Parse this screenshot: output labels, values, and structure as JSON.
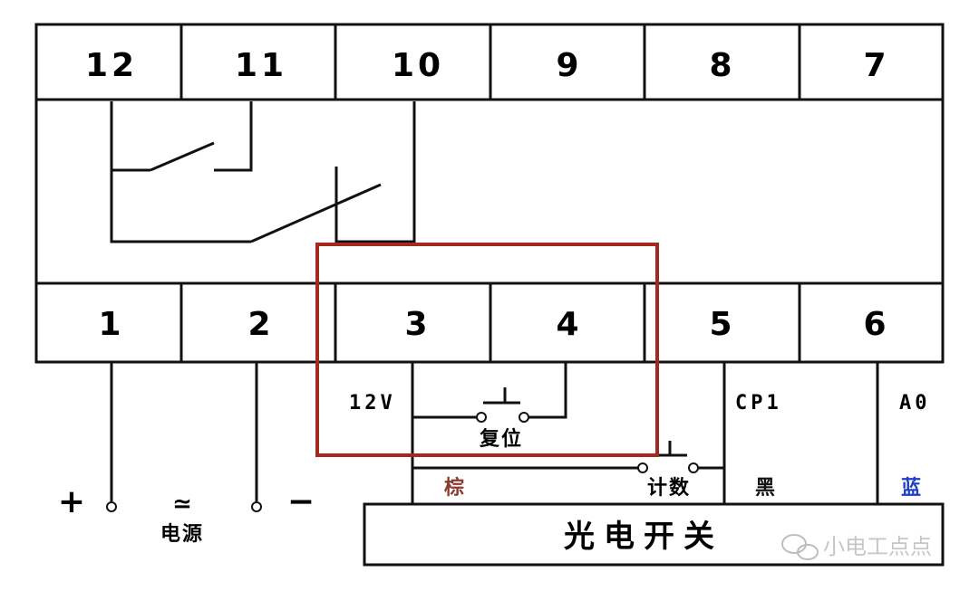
{
  "top_terminals": [
    "12",
    "11",
    "10",
    "9",
    "8",
    "7"
  ],
  "bottom_terminals": [
    "1",
    "2",
    "3",
    "4",
    "5",
    "6"
  ],
  "power": {
    "plus": "+",
    "minus": "−",
    "ac_symbol": "≃",
    "label": "电源"
  },
  "signals": {
    "v12": "12V",
    "cp1": "CP1",
    "a0": "A0"
  },
  "switches": {
    "reset": "复位",
    "count": "计数"
  },
  "wire_colors": {
    "brown": {
      "label": "棕",
      "color": "#8b3a2e"
    },
    "black": {
      "label": "黑",
      "color": "#111111"
    },
    "blue": {
      "label": "蓝",
      "color": "#1e3fc8"
    }
  },
  "sensor": {
    "label": "光电开关"
  },
  "highlight_color": "#a52a1e",
  "watermark": "小电工点点"
}
